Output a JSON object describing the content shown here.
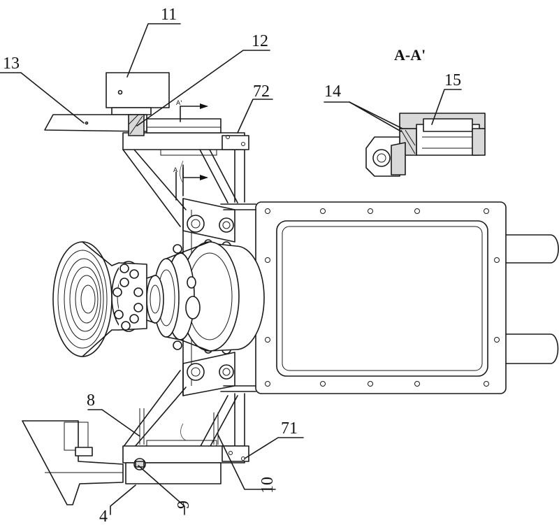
{
  "section_title": "A-A'",
  "callouts": [
    {
      "id": "c11",
      "text": "11"
    },
    {
      "id": "c12",
      "text": "12"
    },
    {
      "id": "c13",
      "text": "13"
    },
    {
      "id": "c72",
      "text": "72"
    },
    {
      "id": "c14",
      "text": "14"
    },
    {
      "id": "c15",
      "text": "15"
    },
    {
      "id": "c8",
      "text": "8"
    },
    {
      "id": "c71",
      "text": "71"
    },
    {
      "id": "c10",
      "text": "10"
    },
    {
      "id": "c9",
      "text": "9"
    },
    {
      "id": "c4",
      "text": "4"
    }
  ],
  "section_marks": {
    "upper": "A'",
    "lower": "A"
  }
}
